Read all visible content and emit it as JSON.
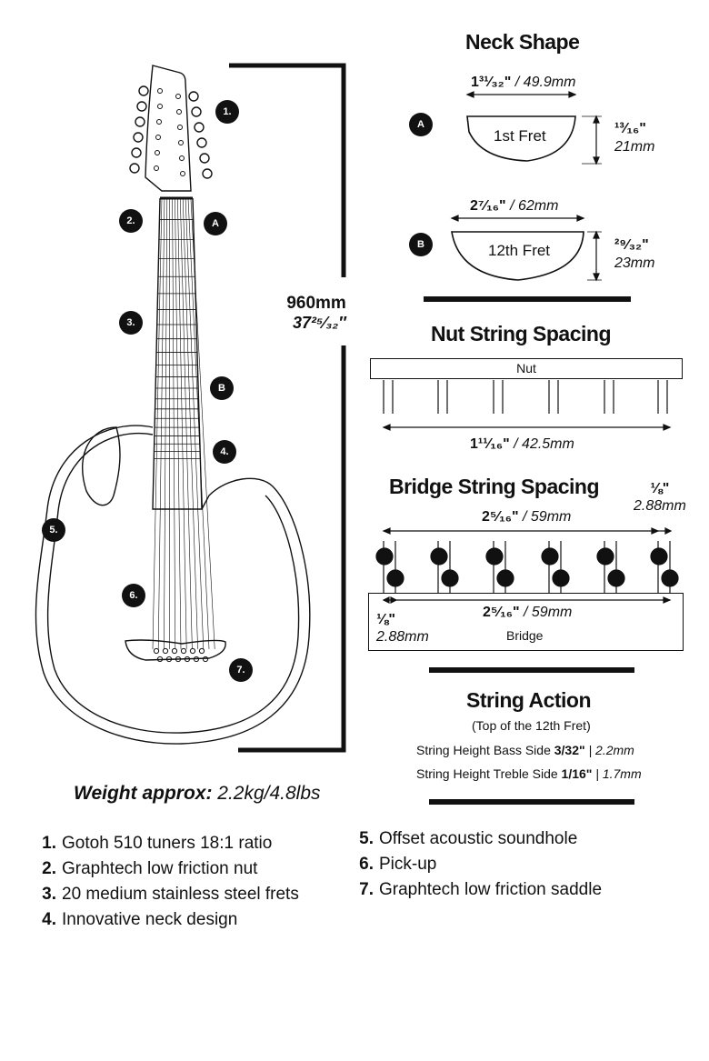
{
  "length": {
    "mm": "960mm",
    "inch": "37²⁵⁄₃₂″"
  },
  "neck_shape": {
    "title": "Neck Shape",
    "a": {
      "badge": "A",
      "width_in": "1³¹⁄₃₂\"",
      "width_mm": " / 49.9mm",
      "label": "1st Fret",
      "depth_in": "¹³⁄₁₆\"",
      "depth_mm": "21mm"
    },
    "b": {
      "badge": "B",
      "width_in": "2⁷⁄₁₆\"",
      "width_mm": " / 62mm",
      "label": "12th Fret",
      "depth_in": "²⁹⁄₃₂\"",
      "depth_mm": "23mm"
    }
  },
  "nut": {
    "title": "Nut String Spacing",
    "label": "Nut",
    "width_in": "1¹¹⁄₁₆\"",
    "width_mm": "  / 42.5mm"
  },
  "bridge": {
    "title": "Bridge String Spacing",
    "top_width_in": "2⁵⁄₁₆\"",
    "top_width_mm": " / 59mm",
    "offset_in": "⅛\"",
    "offset_mm": "2.88mm",
    "bot_width_in": "2⁵⁄₁₆\"",
    "bot_width_mm": " / 59mm",
    "left_in": "⅛\"",
    "left_mm": "2.88mm",
    "label": "Bridge"
  },
  "action": {
    "title": "String Action",
    "sub": "(Top of the 12th Fret)",
    "bass_label": "String Height Bass Side ",
    "bass_in": "3/32\"",
    "bass_mm": " | 2.2mm",
    "treble_label": "String Height Treble Side ",
    "treble_in": "1/16\"",
    "treble_mm": " | 1.7mm"
  },
  "weight": {
    "label": "Weight approx:",
    "value": " 2.2kg/4.8lbs"
  },
  "callouts": [
    "1.",
    "2.",
    "3.",
    "4.",
    "5.",
    "6.",
    "7."
  ],
  "features_left": [
    {
      "n": "1.",
      "text": "Gotoh 510 tuners 18:1 ratio"
    },
    {
      "n": "2.",
      "text": "Graphtech low friction nut"
    },
    {
      "n": "3.",
      "text": "20 medium stainless steel frets"
    },
    {
      "n": "4.",
      "text": "Innovative neck design"
    }
  ],
  "features_right": [
    {
      "n": "5.",
      "text": "Offset acoustic soundhole"
    },
    {
      "n": "6.",
      "text": "Pick-up"
    },
    {
      "n": "7.",
      "text": "Graphtech low friction saddle"
    }
  ]
}
